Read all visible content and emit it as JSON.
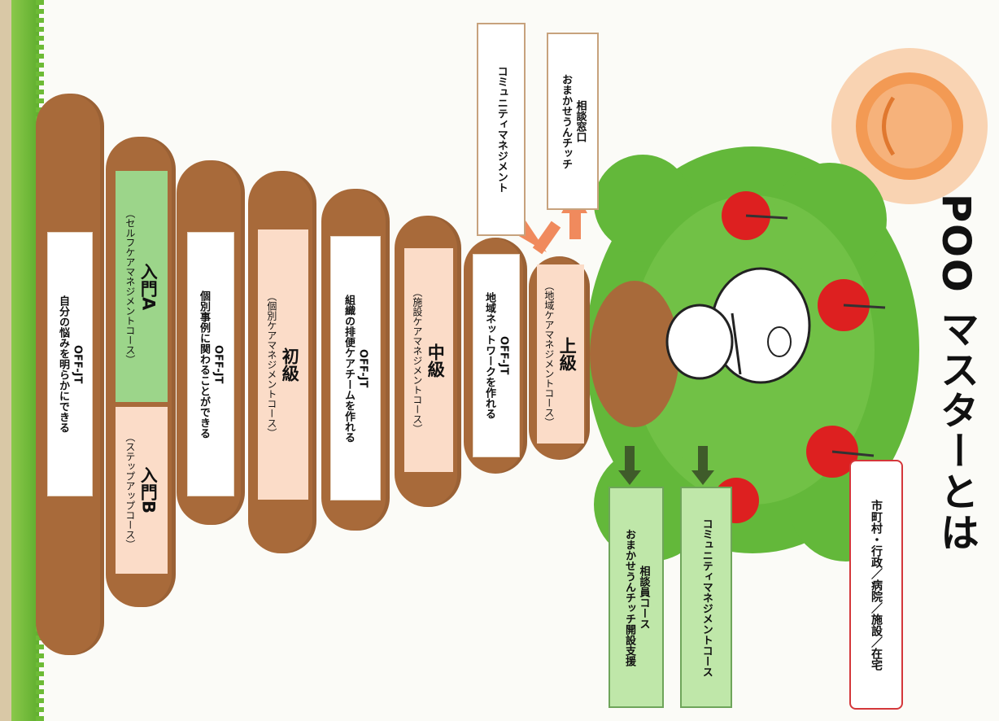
{
  "title": "POO マスターとは",
  "target": "市町村・行政／病院／施設／在宅",
  "top_boxes": {
    "consult": [
      "相談窓口",
      "おまかせうんチッチ"
    ],
    "community": "コミュニティマネジメント"
  },
  "courses": {
    "community": "コミュニティマネジメントコース",
    "counselor": [
      "相談員コース",
      "おまかせうんチッチ開設支援"
    ]
  },
  "levels": {
    "advanced": {
      "name": "上級",
      "course": "（地域ケアマネジメントコース）"
    },
    "advanced_offjt": {
      "label": "OFF-JT",
      "text": "地域ネットワークを作れる"
    },
    "middle": {
      "name": "中級",
      "course": "（施設ケアマネジメントコース）"
    },
    "middle_offjt": {
      "label": "OFF-JT",
      "text": "組織の排便ケアチームを作れる"
    },
    "beginner": {
      "name": "初級",
      "course": "（個別ケアマネジメントコース）"
    },
    "beginner_offjt": {
      "label": "OFF-JT",
      "text": "個別事例に関わることができる"
    },
    "intro_a": {
      "name": "入門A",
      "course": "（セルフケアマネジメントコース）"
    },
    "intro_b": {
      "name": "入門B",
      "course": "（ステップアップコース）"
    },
    "base_offjt": {
      "label": "OFF-JT",
      "text": "自分の悩みを明らかにできる"
    }
  }
}
